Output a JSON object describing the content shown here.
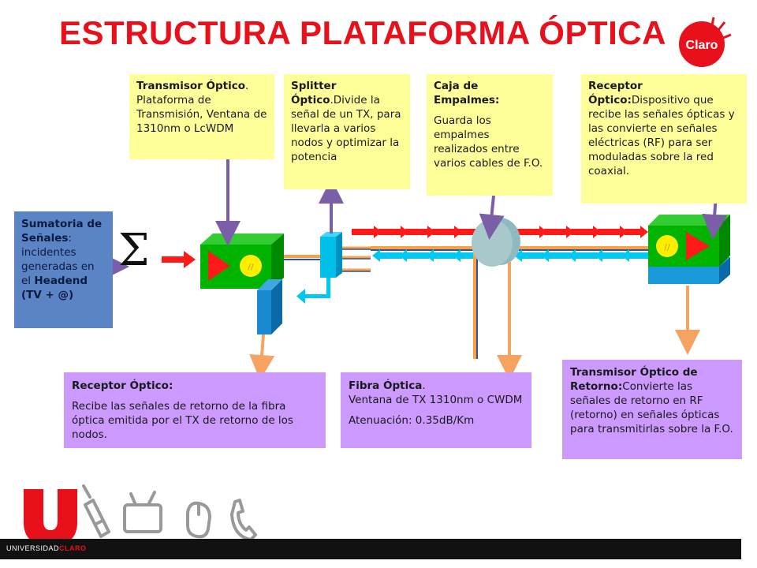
{
  "header": {
    "title": "ESTRUCTURA PLATAFORMA ÓPTICA",
    "logo_text": "Claro"
  },
  "colors": {
    "title_red": "#e8101a",
    "note_yellow": "#ffff99",
    "note_purple": "#cc99ff",
    "note_blue": "#5b84c4",
    "device_green": "#00b300",
    "signal_red": "#ff1a1a",
    "signal_blue": "#00c8f0",
    "fiber_orange": "#ffa040",
    "pointer_purple": "#7b5ea8",
    "pointer_orange": "#f4a460"
  },
  "sumatoria": {
    "bold": "Sumatoria de Señales",
    "text": ": incidentes generadas en el ",
    "bold2": "Headend (TV + @)",
    "symbol": "Σ"
  },
  "transmisor": {
    "bold": "Transmisor Óptico",
    "text": ". Plataforma de Transmisión, Ventana de 1310nm o LcWDM"
  },
  "splitter": {
    "bold": "Splitter Óptico",
    "text": ".Divide la señal de un TX, para llevarla a varios nodos y optimizar la potencia"
  },
  "caja": {
    "bold": "Caja de Empalmes:",
    "text": "Guarda los empalmes realizados entre varios cables de F.O."
  },
  "receptor_top": {
    "bold": "Receptor Óptico:",
    "text": "Dispositivo que recibe las señales ópticas y las convierte en señales eléctricas (RF) para ser moduladas sobre la red coaxial."
  },
  "receptor_bottom": {
    "bold": "Receptor Óptico:",
    "text": "Recibe las señales de retorno de la fibra óptica emitida por el TX de retorno de los nodos."
  },
  "fibra": {
    "bold": "Fibra Óptica",
    "text": ".",
    "line2": "Ventana de TX 1310nm o CWDM",
    "line3": "Atenuación: 0.35dB/Km"
  },
  "transmisor_retorno": {
    "bold": "Transmisor Óptico de Retorno:",
    "text": "Convierte las señales de retorno en RF (retorno) en señales ópticas para transmitirlas sobre la F.O."
  },
  "footer": {
    "prefix": "UNIVERSIDAD",
    "brand": "CLARO"
  },
  "bottom_icons": [
    "university-u-logo",
    "mobile-phone-icon",
    "television-icon",
    "mouse-icon",
    "telephone-handset-icon"
  ]
}
